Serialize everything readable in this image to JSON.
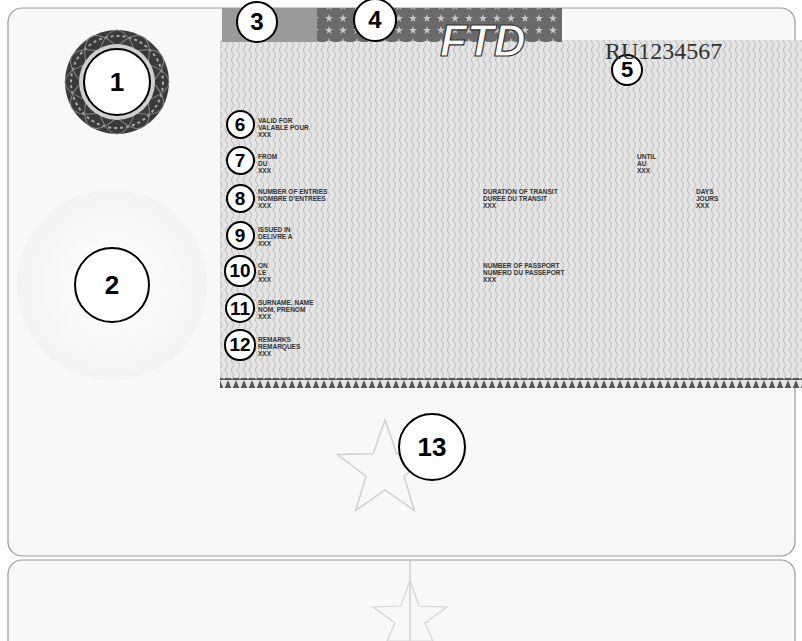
{
  "diagram": {
    "nodes": [
      {
        "text": [
          "1"
        ]
      },
      {
        "text": [
          "2"
        ]
      },
      {
        "text": [
          "3"
        ]
      },
      {
        "text": [
          "4"
        ]
      },
      {
        "text": [
          "5"
        ]
      },
      {
        "text": [
          "6"
        ]
      },
      {
        "text": [
          "7"
        ]
      },
      {
        "text": [
          "8"
        ]
      },
      {
        "text": [
          "9"
        ]
      },
      {
        "text": [
          "10"
        ]
      },
      {
        "text": [
          "11"
        ]
      },
      {
        "text": [
          "12"
        ]
      },
      {
        "text": [
          "13"
        ]
      }
    ],
    "labels": [
      "FTD",
      "RU1234567",
      "VALID FOR",
      "VALABLE POUR",
      "XXX",
      "FROM",
      "DU",
      "XXX",
      "UNTIL",
      "AU",
      "XXX",
      "NUMBER OF ENTRIES",
      "NOMBRE D'ENTREES",
      "XXX",
      "DURATION OF TRANSIT",
      "DUREE DU TRANSIT",
      "XXX",
      "DAYS",
      "JOURS",
      "XXX",
      "ISSUED IN",
      "DELIVRE A",
      "XXX",
      "ON",
      "LE",
      "XXX",
      "NUMBER OF PASSPORT",
      "NUMERO DU PASSEPORT",
      "XXX",
      "SURNAME, NAME",
      "NOM, PRENOM",
      "XXX",
      "REMARKS",
      "REMARQUES",
      "XXX"
    ]
  }
}
